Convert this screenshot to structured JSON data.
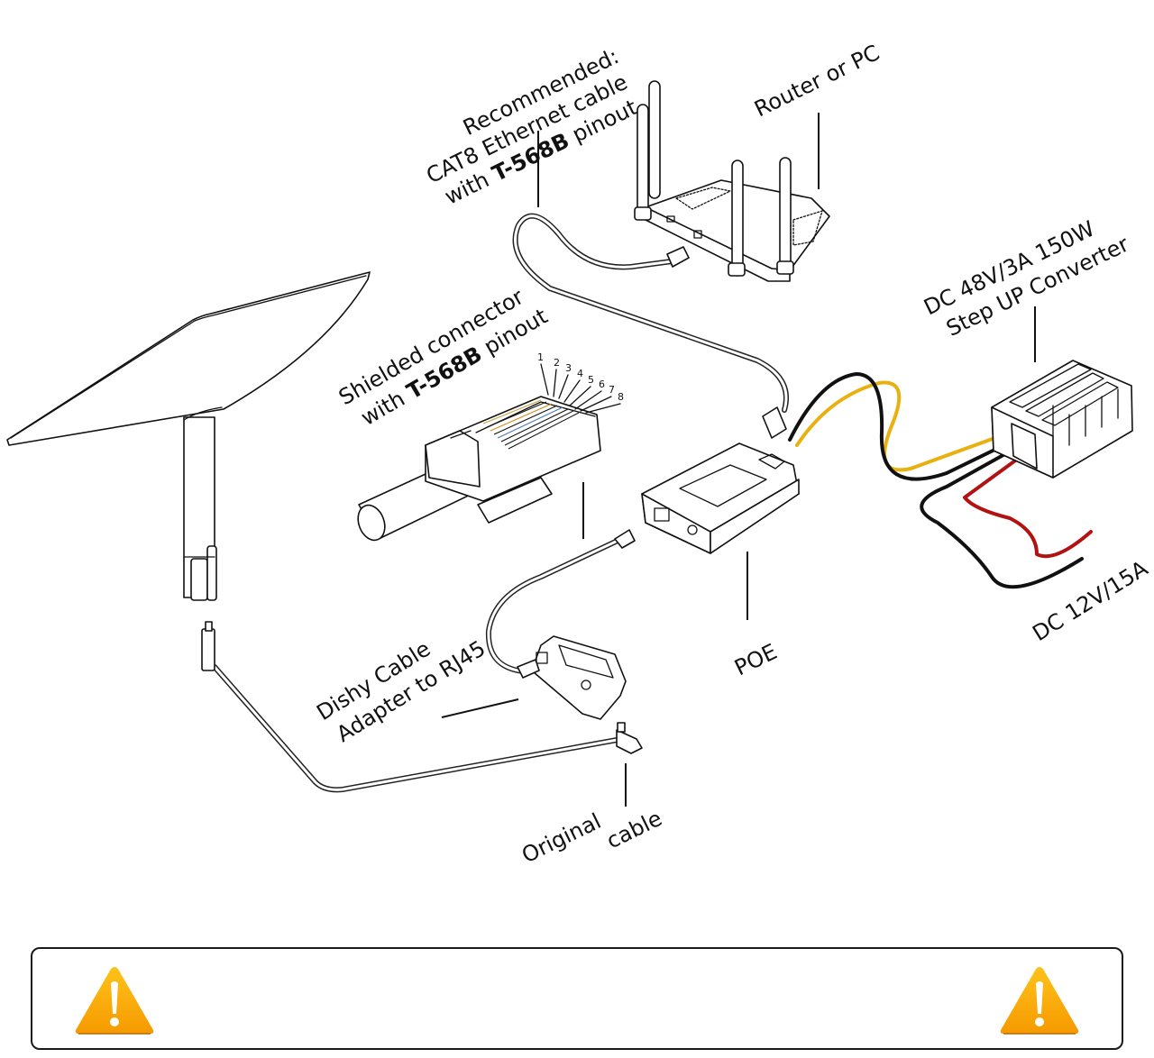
{
  "labels": {
    "recommended_line1": "Recommended:",
    "recommended_line2": "CAT8 Ethernet cable",
    "recommended_line3_prefix": "with ",
    "recommended_line3_bold": "T-568B",
    "recommended_line3_suffix": " pinout.",
    "router": "Router or PC",
    "converter_line1": "DC 48V/3A 150W",
    "converter_line2": "Step UP Converter",
    "shielded_line1": "Shielded connector",
    "shielded_line2_prefix": "with ",
    "shielded_line2_bold": "T-568B",
    "shielded_line2_suffix": " pinout",
    "poe": "POE",
    "power_input": "DC 12V/15A",
    "adapter_line1": "Dishy Cable",
    "adapter_line2": "Adapter to RJ45",
    "original_cable_word1": "Original",
    "original_cable_word2": "cable"
  },
  "pins": [
    "1",
    "2",
    "3",
    "4",
    "5",
    "6",
    "7",
    "8"
  ],
  "components": [
    {
      "id": "dish",
      "name": "Satellite dish"
    },
    {
      "id": "router",
      "name": "Router or PC"
    },
    {
      "id": "rj45-plug",
      "name": "Shielded RJ45 connector"
    },
    {
      "id": "poe-injector",
      "name": "POE"
    },
    {
      "id": "step-up-converter",
      "name": "DC 48V/3A 150W Step UP Converter"
    },
    {
      "id": "dishy-adapter",
      "name": "Dishy Cable Adapter to RJ45"
    }
  ],
  "wire_colors": {
    "yellow": "#e8b10f",
    "black": "#111111",
    "red": "#b31212"
  },
  "warning": {
    "icon": "warning-triangle-icon",
    "color_top": "#ffc21a",
    "color_bottom": "#f59a00"
  }
}
